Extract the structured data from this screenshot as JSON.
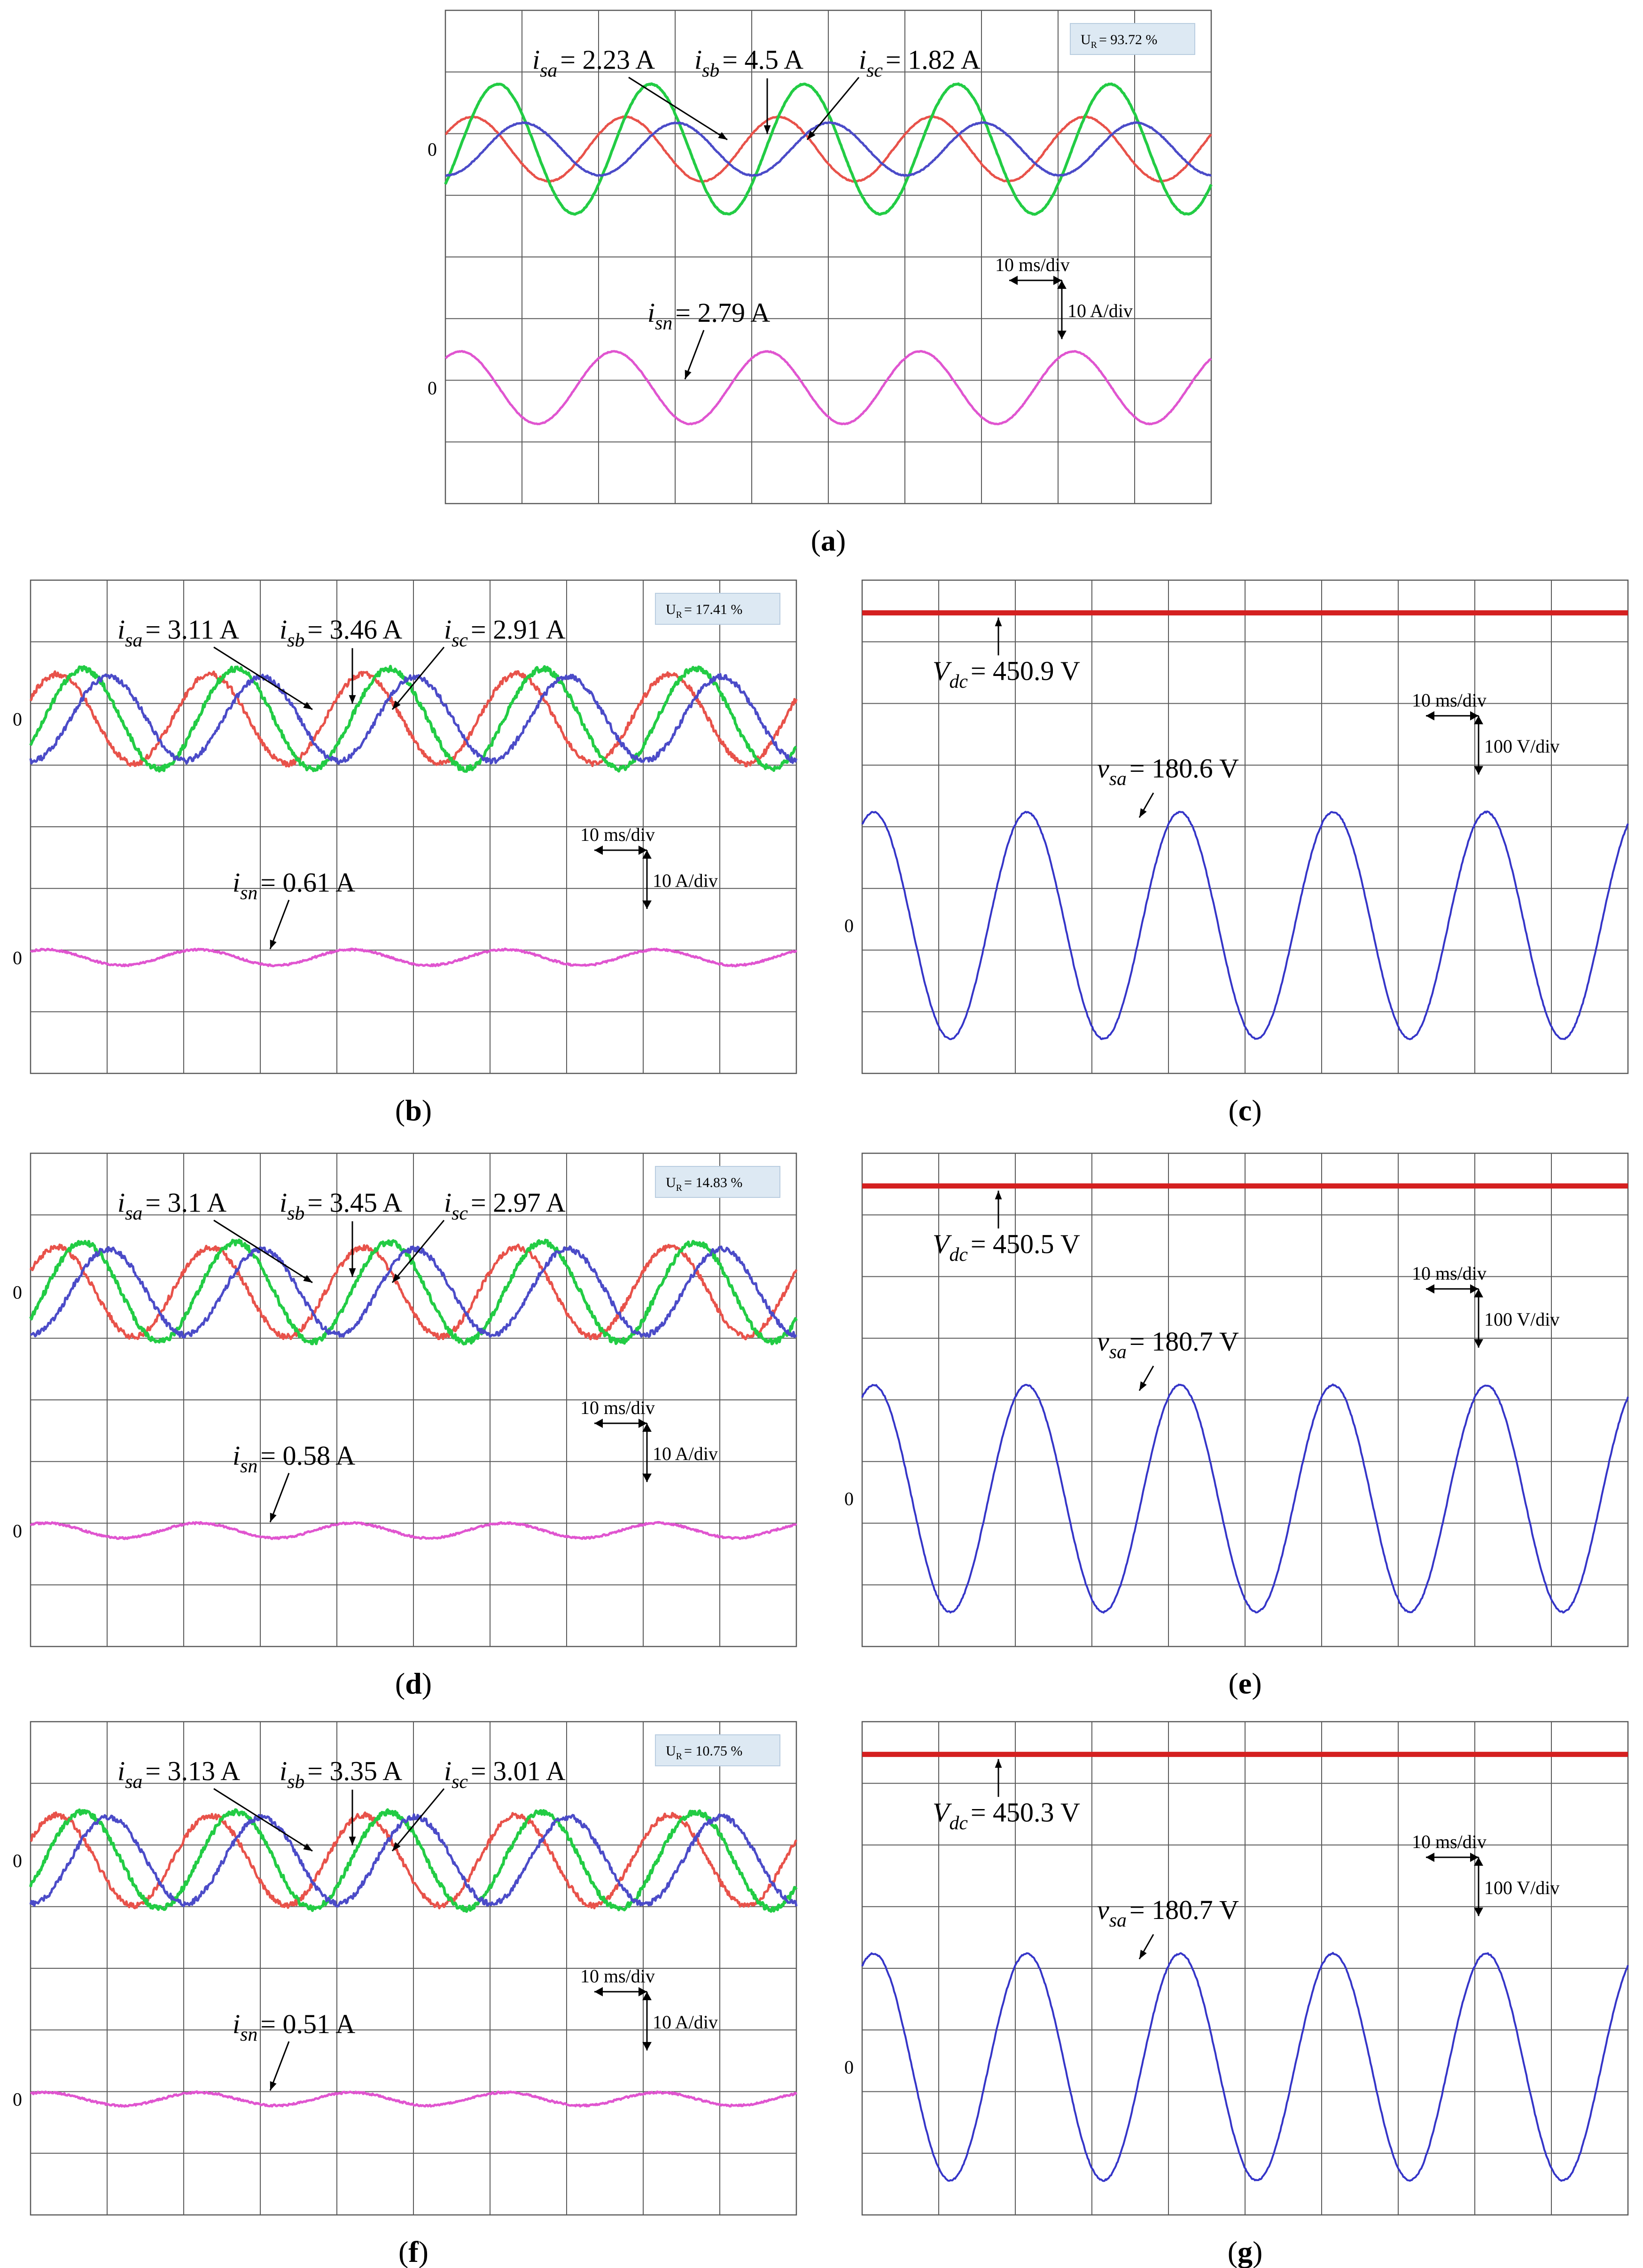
{
  "colors": {
    "phase_a": "#e8524a",
    "phase_b": "#22cc44",
    "phase_c": "#4b4bc8",
    "neutral": "#e055d0",
    "vdc": "#d42020",
    "vsa": "#3535c8",
    "grid": "#5a5a5a",
    "badge_bg": "#dde9f3"
  },
  "chart_data": [
    {
      "id": "a",
      "type": "line",
      "caption": "a",
      "unbalance": {
        "prefix": "U",
        "sub": "R",
        "value": "= 93.72 %"
      },
      "zero_labels": [
        "0",
        "0"
      ],
      "timebase": "10 ms/div",
      "vscale": "10 A/div",
      "annotations": [
        {
          "sym": "i",
          "sub": "sa",
          "value": "= 2.23 A"
        },
        {
          "sym": "i",
          "sub": "sb",
          "value": "= 4.5 A"
        },
        {
          "sym": "i",
          "sub": "sc",
          "value": "= 1.82 A"
        },
        {
          "sym": "i",
          "sub": "sn",
          "value": "= 2.79 A"
        }
      ],
      "series": [
        {
          "key": "ia",
          "amplitude": 2.23
        },
        {
          "key": "ib",
          "amplitude": 4.5
        },
        {
          "key": "ic",
          "amplitude": 1.82
        },
        {
          "key": "in",
          "amplitude": 2.79
        }
      ]
    },
    {
      "id": "b",
      "type": "line",
      "caption": "b",
      "unbalance": {
        "prefix": "U",
        "sub": "R",
        "value": "= 17.41 %"
      },
      "zero_labels": [
        "0",
        "0"
      ],
      "timebase": "10 ms/div",
      "vscale": "10 A/div",
      "annotations": [
        {
          "sym": "i",
          "sub": "sa",
          "value": "= 3.11 A"
        },
        {
          "sym": "i",
          "sub": "sb",
          "value": "= 3.46 A"
        },
        {
          "sym": "i",
          "sub": "sc",
          "value": "= 2.91 A"
        },
        {
          "sym": "i",
          "sub": "sn",
          "value": "= 0.61 A"
        }
      ],
      "series": [
        {
          "key": "ia",
          "amplitude": 3.11
        },
        {
          "key": "ib",
          "amplitude": 3.46
        },
        {
          "key": "ic",
          "amplitude": 2.91
        },
        {
          "key": "in",
          "amplitude": 0.61
        }
      ]
    },
    {
      "id": "c",
      "type": "line",
      "caption": "c",
      "zero_labels": [
        "0"
      ],
      "timebase": "10 ms/div",
      "vscale": "100 V/div",
      "annotations": [
        {
          "sym": "V",
          "sub": "dc",
          "value": "= 450.9 V"
        },
        {
          "sym": "v",
          "sub": "sa",
          "value": "= 180.6 V"
        }
      ],
      "series": [
        {
          "key": "vdc",
          "dc_value": 450.9
        },
        {
          "key": "vsa",
          "rms": 180.6
        }
      ]
    },
    {
      "id": "d",
      "type": "line",
      "caption": "d",
      "unbalance": {
        "prefix": "U",
        "sub": "R",
        "value": "= 14.83 %"
      },
      "zero_labels": [
        "0",
        "0"
      ],
      "timebase": "10 ms/div",
      "vscale": "10 A/div",
      "annotations": [
        {
          "sym": "i",
          "sub": "sa",
          "value": "= 3.1 A"
        },
        {
          "sym": "i",
          "sub": "sb",
          "value": "= 3.45 A"
        },
        {
          "sym": "i",
          "sub": "sc",
          "value": "= 2.97 A"
        },
        {
          "sym": "i",
          "sub": "sn",
          "value": "= 0.58 A"
        }
      ],
      "series": [
        {
          "key": "ia",
          "amplitude": 3.1
        },
        {
          "key": "ib",
          "amplitude": 3.45
        },
        {
          "key": "ic",
          "amplitude": 2.97
        },
        {
          "key": "in",
          "amplitude": 0.58
        }
      ]
    },
    {
      "id": "e",
      "type": "line",
      "caption": "e",
      "zero_labels": [
        "0"
      ],
      "timebase": "10 ms/div",
      "vscale": "100 V/div",
      "annotations": [
        {
          "sym": "V",
          "sub": "dc",
          "value": "= 450.5 V"
        },
        {
          "sym": "v",
          "sub": "sa",
          "value": "= 180.7 V"
        }
      ],
      "series": [
        {
          "key": "vdc",
          "dc_value": 450.5
        },
        {
          "key": "vsa",
          "rms": 180.7
        }
      ]
    },
    {
      "id": "f",
      "type": "line",
      "caption": "f",
      "unbalance": {
        "prefix": "U",
        "sub": "R",
        "value": "= 10.75 %"
      },
      "zero_labels": [
        "0",
        "0"
      ],
      "timebase": "10 ms/div",
      "vscale": "10 A/div",
      "annotations": [
        {
          "sym": "i",
          "sub": "sa",
          "value": "= 3.13 A"
        },
        {
          "sym": "i",
          "sub": "sb",
          "value": "= 3.35 A"
        },
        {
          "sym": "i",
          "sub": "sc",
          "value": "= 3.01 A"
        },
        {
          "sym": "i",
          "sub": "sn",
          "value": "= 0.51 A"
        }
      ],
      "series": [
        {
          "key": "ia",
          "amplitude": 3.13
        },
        {
          "key": "ib",
          "amplitude": 3.35
        },
        {
          "key": "ic",
          "amplitude": 3.01
        },
        {
          "key": "in",
          "amplitude": 0.51
        }
      ]
    },
    {
      "id": "g",
      "type": "line",
      "caption": "g",
      "zero_labels": [
        "0"
      ],
      "timebase": "10 ms/div",
      "vscale": "100 V/div",
      "annotations": [
        {
          "sym": "V",
          "sub": "dc",
          "value": "= 450.3 V"
        },
        {
          "sym": "v",
          "sub": "sa",
          "value": "= 180.7 V"
        }
      ],
      "series": [
        {
          "key": "vdc",
          "dc_value": 450.3
        },
        {
          "key": "vsa",
          "rms": 180.7
        }
      ]
    }
  ]
}
